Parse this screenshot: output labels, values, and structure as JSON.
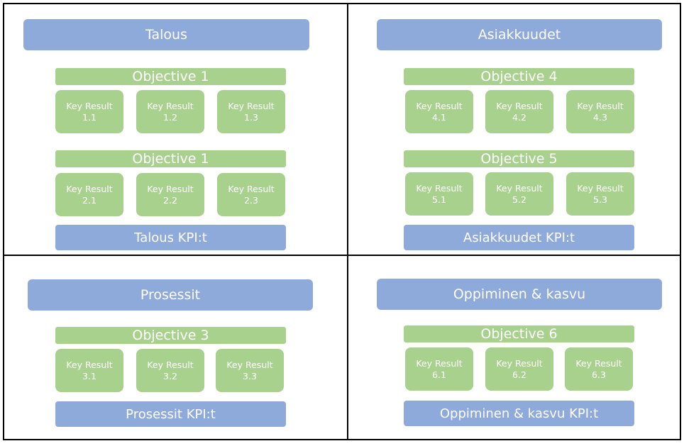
{
  "quadrants": [
    {
      "header": "Talous",
      "objectives": [
        {
          "label": "Objective 1",
          "key_results": [
            {
              "title": "Key Result",
              "num": "1.1"
            },
            {
              "title": "Key Result",
              "num": "1.2"
            },
            {
              "title": "Key Result",
              "num": "1.3"
            }
          ]
        },
        {
          "label": "Objective 1",
          "key_results": [
            {
              "title": "Key Result",
              "num": "2.1"
            },
            {
              "title": "Key Result",
              "num": "2.2"
            },
            {
              "title": "Key Result",
              "num": "2.3"
            }
          ]
        }
      ],
      "kpi": "Talous KPI:t"
    },
    {
      "header": "Asiakkuudet",
      "objectives": [
        {
          "label": "Objective 4",
          "key_results": [
            {
              "title": "Key Result",
              "num": "4.1"
            },
            {
              "title": "Key Result",
              "num": "4.2"
            },
            {
              "title": "Key Result",
              "num": "4.3"
            }
          ]
        },
        {
          "label": "Objective 5",
          "key_results": [
            {
              "title": "Key Result",
              "num": "5.1"
            },
            {
              "title": "Key Result",
              "num": "5.2"
            },
            {
              "title": "Key Result",
              "num": "5.3"
            }
          ]
        }
      ],
      "kpi": "Asiakkuudet KPI:t"
    },
    {
      "header": "Prosessit",
      "objectives": [
        {
          "label": "Objective 3",
          "key_results": [
            {
              "title": "Key Result",
              "num": "3.1"
            },
            {
              "title": "Key Result",
              "num": "3.2"
            },
            {
              "title": "Key Result",
              "num": "3.3"
            }
          ]
        }
      ],
      "kpi": "Prosessit KPI:t"
    },
    {
      "header": "Oppiminen & kasvu",
      "objectives": [
        {
          "label": "Objective 6",
          "key_results": [
            {
              "title": "Key Result",
              "num": "6.1"
            },
            {
              "title": "Key Result",
              "num": "6.2"
            },
            {
              "title": "Key Result",
              "num": "6.3"
            }
          ]
        }
      ],
      "kpi": "Oppiminen & kasvu KPI:t"
    }
  ],
  "colors": {
    "header_blue": "#8eaadb",
    "objective_green": "#a9d18e",
    "border": "#000000"
  }
}
